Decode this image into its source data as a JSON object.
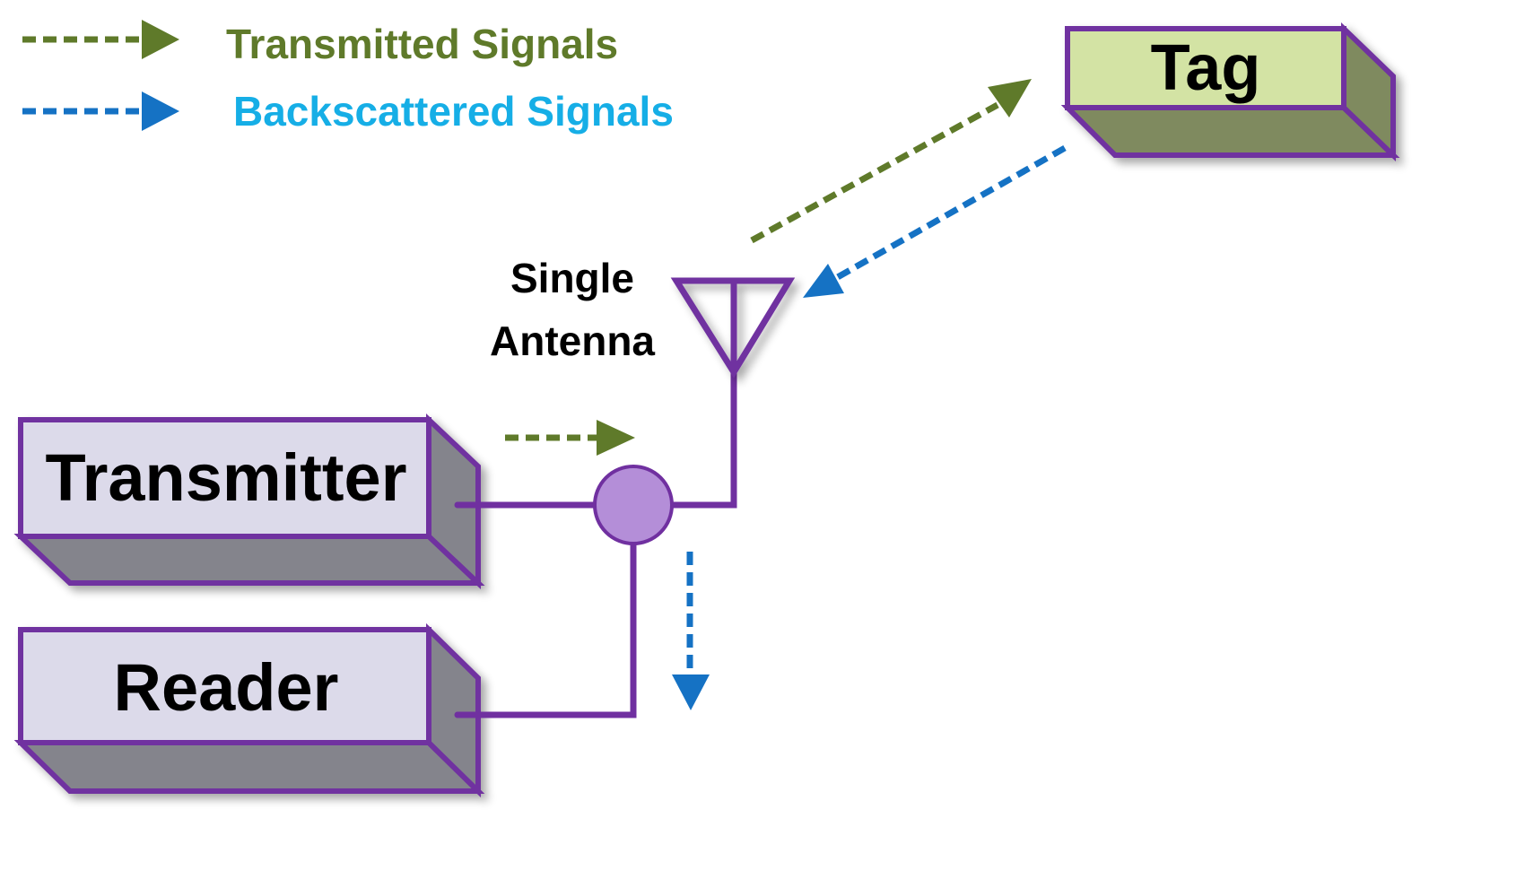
{
  "legend": {
    "transmitted": {
      "label": "Transmitted Signals",
      "color": "#5f7a2a"
    },
    "backscattered": {
      "label": "Backscattered Signals",
      "color": "#16aee6",
      "arrow_color": "#1572c4"
    }
  },
  "nodes": {
    "tag": {
      "label": "Tag",
      "front_color": "#d3e3a4",
      "side_color": "#7f8a5e"
    },
    "transmitter": {
      "label": "Transmitter",
      "front_color": "#dcdaea",
      "side_color": "#84848c"
    },
    "reader": {
      "label": "Reader",
      "front_color": "#dcdaea",
      "side_color": "#84848c"
    }
  },
  "antenna": {
    "label_line1": "Single",
    "label_line2": "Antenna"
  },
  "colors": {
    "outline": "#7030a0",
    "circulator": "#b48ed8",
    "text": "#000000"
  }
}
